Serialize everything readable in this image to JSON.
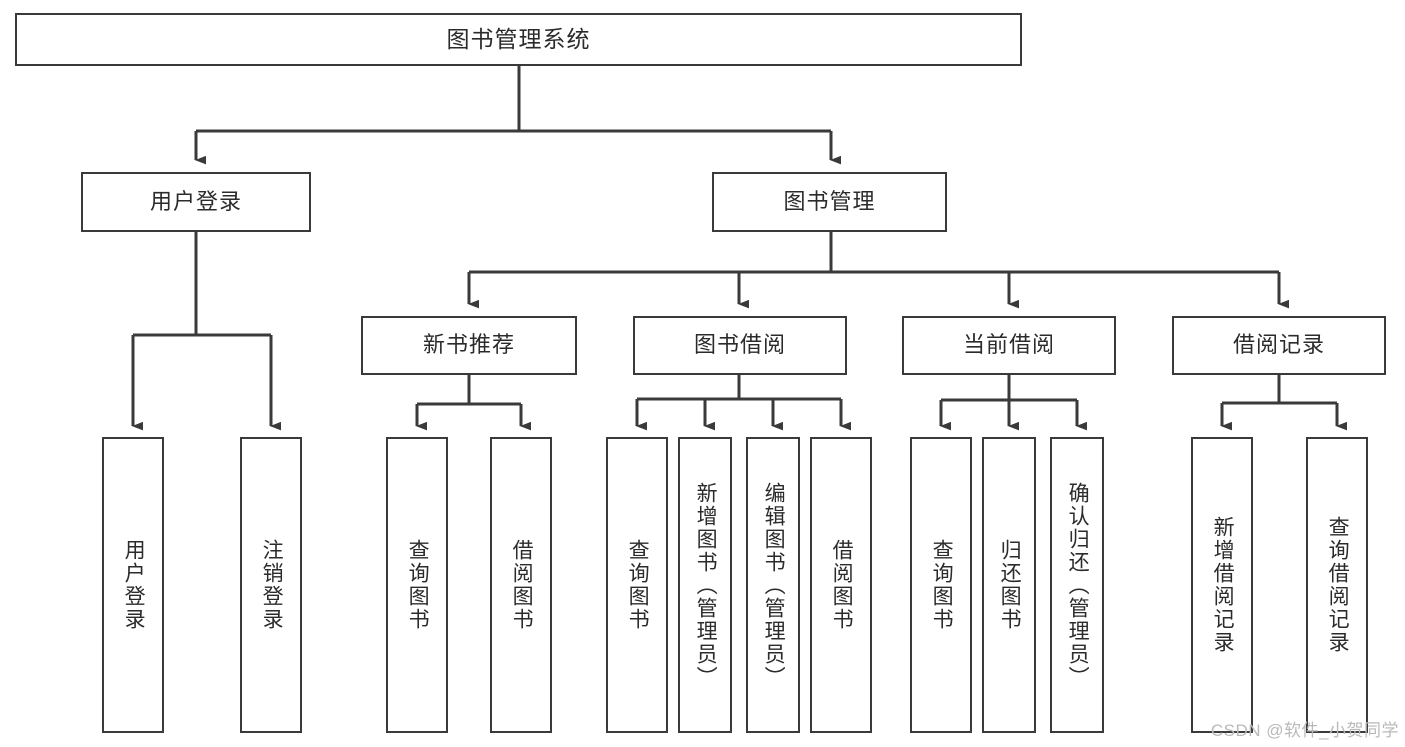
{
  "diagram": {
    "title": "图书管理系统",
    "root": {
      "id": "root",
      "label": "图书管理系统"
    },
    "level2": [
      {
        "id": "user-login",
        "label": "用户登录"
      },
      {
        "id": "book-manage",
        "label": "图书管理"
      }
    ],
    "level3": [
      {
        "id": "new-book-rec",
        "label": "新书推荐",
        "parent": "book-manage"
      },
      {
        "id": "book-borrow",
        "label": "图书借阅",
        "parent": "book-manage"
      },
      {
        "id": "current-borrow",
        "label": "当前借阅",
        "parent": "book-manage"
      },
      {
        "id": "borrow-record",
        "label": "借阅记录",
        "parent": "book-manage"
      }
    ],
    "leaves": [
      {
        "id": "leaf-user-login",
        "label": "用户登录",
        "parent": "user-login"
      },
      {
        "id": "leaf-logout",
        "label": "注销登录",
        "parent": "user-login"
      },
      {
        "id": "leaf-query-book-1",
        "label": "查询图书",
        "parent": "new-book-rec"
      },
      {
        "id": "leaf-borrow-book-1",
        "label": "借阅图书",
        "parent": "new-book-rec"
      },
      {
        "id": "leaf-query-book-2",
        "label": "查询图书",
        "parent": "book-borrow"
      },
      {
        "id": "leaf-add-book",
        "label": "新增图书（管理员）",
        "parent": "book-borrow"
      },
      {
        "id": "leaf-edit-book",
        "label": "编辑图书（管理员）",
        "parent": "book-borrow"
      },
      {
        "id": "leaf-borrow-book-2",
        "label": "借阅图书",
        "parent": "book-borrow"
      },
      {
        "id": "leaf-query-book-3",
        "label": "查询图书",
        "parent": "current-borrow"
      },
      {
        "id": "leaf-return-book",
        "label": "归还图书",
        "parent": "current-borrow"
      },
      {
        "id": "leaf-confirm-return",
        "label": "确认归还（管理员）",
        "parent": "current-borrow"
      },
      {
        "id": "leaf-add-record",
        "label": "新增借阅记录",
        "parent": "borrow-record"
      },
      {
        "id": "leaf-query-record",
        "label": "查询借阅记录",
        "parent": "borrow-record"
      }
    ],
    "colors": {
      "stroke": "#3a3a3a",
      "text": "#2b2b2b",
      "background": "#ffffff",
      "watermark": "#b9b9b9"
    }
  },
  "watermark": "CSDN @软件_小贺同学"
}
